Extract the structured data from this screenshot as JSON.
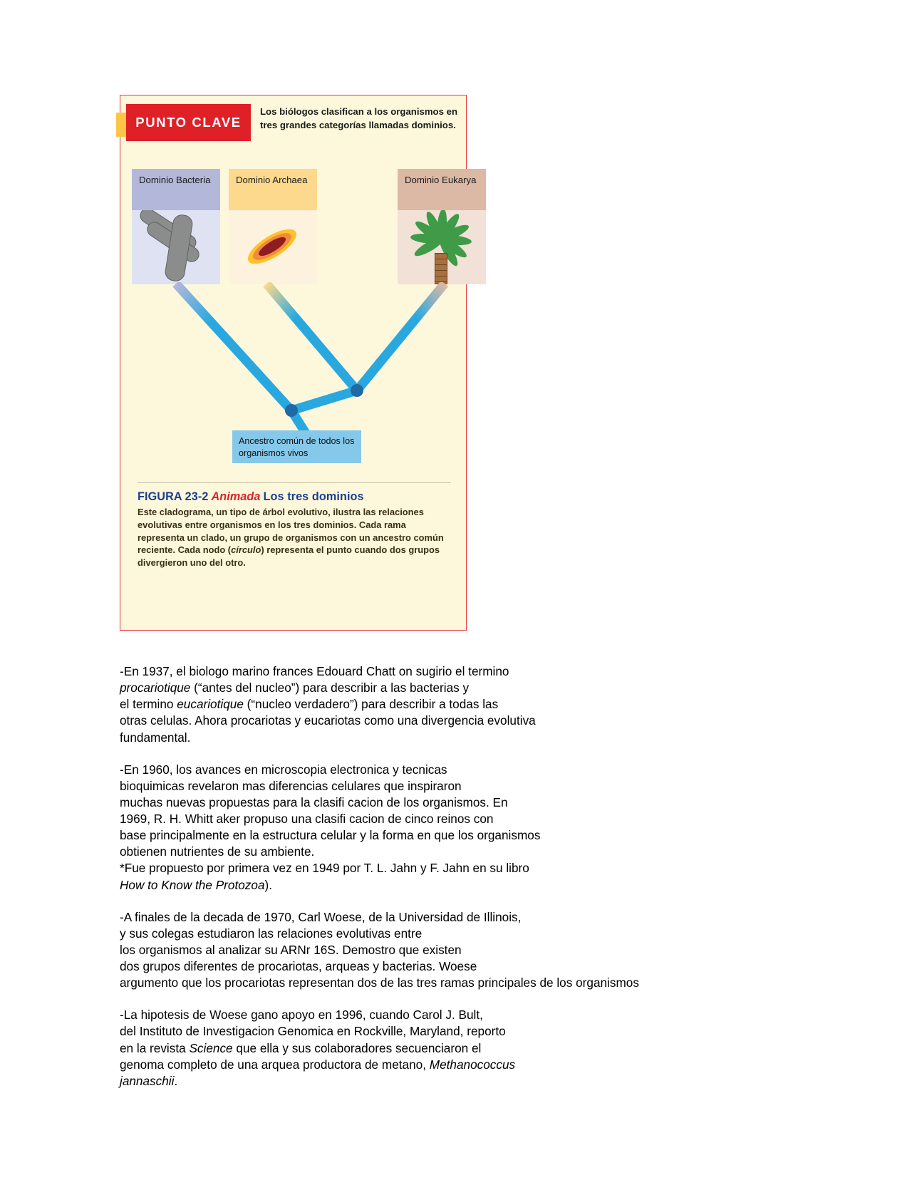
{
  "figure": {
    "punto_clave": {
      "badge": "PUNTO CLAVE",
      "text": "Los biólogos clasifican a los organismos en tres grandes categorías llamadas dominios."
    },
    "domains": [
      {
        "label": "Dominio\nBacteria",
        "art": "bacteria-rods-illustration"
      },
      {
        "label": "Dominio\nArchaea",
        "art": "archaea-cell-illustration"
      },
      {
        "label": "Dominio\nEukarya",
        "art": "palm-tree-illustration"
      }
    ],
    "ancestor_label": "Ancestro común de todos\nlos organismos vivos",
    "caption": {
      "figure_number": "FIGURA 23-2",
      "animated_tag": "Animada",
      "title": "Los tres dominios",
      "body_part1": "Este cladograma, un tipo de árbol evolutivo, ilustra las relaciones evolutivas entre organismos en los tres dominios. Cada rama representa un clado, un grupo de organismos con un ancestro común reciente. Cada nodo (",
      "body_italic": "círculo",
      "body_part2": ") representa el punto cuando dos grupos divergieron uno del otro."
    },
    "colors": {
      "border": "#e03a3a",
      "background": "#fdf8dc",
      "banner_red": "#e02027",
      "tab_yellow": "#fbc647",
      "bacteria_header": "#b3b8da",
      "archaea_header": "#fcd98c",
      "eukarya_header": "#dcb9a5",
      "branch_blue": "#29a8e0",
      "node_blue": "#1f6aa5",
      "ancestor_box": "#85c8ea",
      "caption_title": "#1b3f8f"
    }
  },
  "notes": {
    "paragraphs": [
      {
        "id": "p-1937",
        "runs": [
          {
            "text": "-En 1937, el biologo marino frances Edouard Chatt on sugirio el termino\n",
            "style": "normal"
          },
          {
            "text": "procariotique",
            "style": "italic"
          },
          {
            "text": " (“antes del nucleo”) para describir a las bacterias y\nel termino ",
            "style": "normal"
          },
          {
            "text": "eucariotique",
            "style": "italic"
          },
          {
            "text": " (“nucleo verdadero”) para describir a todas las\notras celulas. Ahora procariotas y eucariotas como una divergencia evolutiva\nfundamental.",
            "style": "normal"
          }
        ]
      },
      {
        "id": "p-1960",
        "runs": [
          {
            "text": "-En 1960, los avances en microscopia electronica y tecnicas\nbioquimicas revelaron mas diferencias celulares que inspiraron\nmuchas nuevas propuestas para la clasifi cacion de los organismos. En\n1969, R. H. Whitt aker propuso una clasifi cacion de cinco reinos con\nbase principalmente en la estructura celular y la forma en que los organismos\nobtienen nutrientes de su ambiente.\n*Fue propuesto por primera vez en 1949 por T. L. Jahn y F. Jahn en su libro\n",
            "style": "normal"
          },
          {
            "text": "How to Know the Protozoa",
            "style": "italic"
          },
          {
            "text": ").",
            "style": "normal"
          }
        ]
      },
      {
        "id": "p-woese",
        "runs": [
          {
            "text": "-A finales de la decada de 1970, Carl Woese, de la Universidad de Illinois,\ny sus colegas estudiaron las relaciones evolutivas entre\nlos organismos al analizar su ARNr 16S. Demostro que existen\ndos grupos diferentes de procariotas, arqueas y bacterias. Woese\nargumento que los procariotas representan dos de las tres ramas principales de los organismos",
            "style": "normal"
          }
        ]
      },
      {
        "id": "p-bult",
        "runs": [
          {
            "text": "-La hipotesis de Woese gano apoyo en 1996, cuando Carol J. Bult,\ndel Instituto de Investigacion Genomica en Rockville, Maryland, reporto\nen la revista ",
            "style": "normal"
          },
          {
            "text": "Science",
            "style": "italic"
          },
          {
            "text": " que ella y sus colaboradores secuenciaron el\ngenoma completo de una arquea productora de metano, ",
            "style": "normal"
          },
          {
            "text": "Methanococcus\njannaschii",
            "style": "italic"
          },
          {
            "text": ".",
            "style": "normal"
          }
        ]
      }
    ]
  }
}
